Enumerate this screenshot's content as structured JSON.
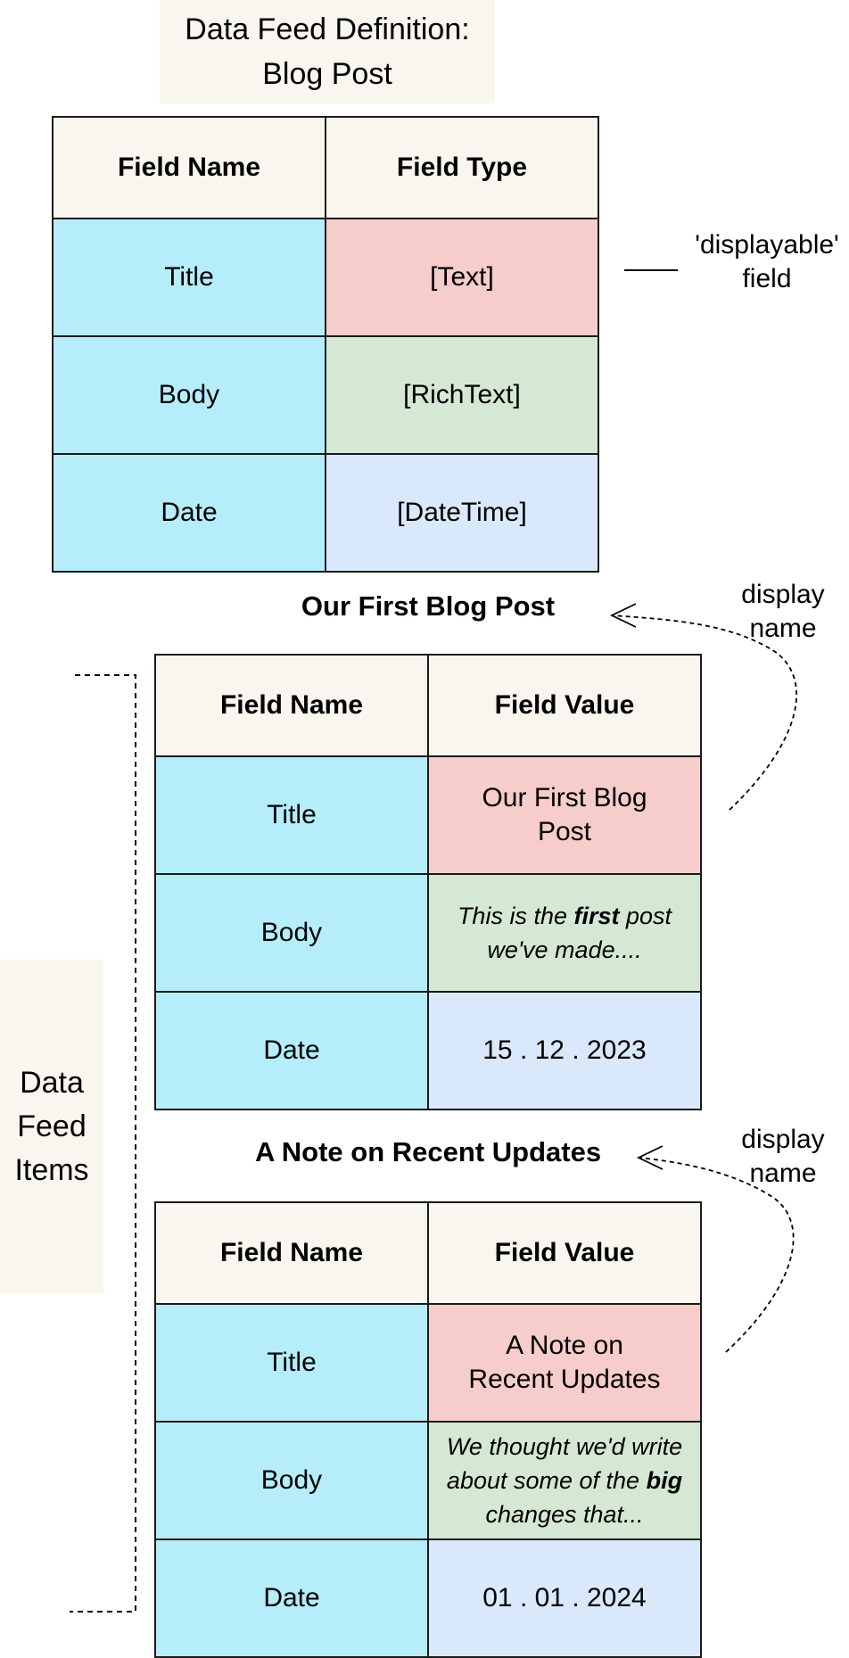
{
  "definition": {
    "title_line1": "Data Feed Definition:",
    "title_line2": "Blog Post",
    "header": [
      "Field Name",
      "Field Type"
    ],
    "rows": [
      {
        "name": "Title",
        "type": "[Text]"
      },
      {
        "name": "Body",
        "type": "[RichText]"
      },
      {
        "name": "Date",
        "type": "[DateTime]"
      }
    ],
    "displayable_note_line1": "'displayable'",
    "displayable_note_line2": "field"
  },
  "items_label": [
    "Data",
    "Feed",
    "Items"
  ],
  "items": [
    {
      "display_title": "Our First Blog Post",
      "header": [
        "Field Name",
        "Field Value"
      ],
      "title_row": {
        "name": "Title",
        "value_line1": "Our First Blog",
        "value_line2": "Post"
      },
      "body_row": {
        "name": "Body",
        "pre": "This is the ",
        "bold": "first",
        "post": " post we've made...."
      },
      "date_row": {
        "name": "Date",
        "value": "15 . 12 . 2023"
      },
      "note_line1": "display",
      "note_line2": "name"
    },
    {
      "display_title": "A Note on Recent Updates",
      "header": [
        "Field Name",
        "Field Value"
      ],
      "title_row": {
        "name": "Title",
        "value_line1": "A Note on",
        "value_line2": "Recent Updates"
      },
      "body_row": {
        "name": "Body",
        "pre": "We thought we'd write about some of the ",
        "bold": "big",
        "post": " changes that..."
      },
      "date_row": {
        "name": "Date",
        "value": "01 . 01 . 2024"
      },
      "note_line1": "display",
      "note_line2": "name"
    }
  ],
  "colors": {
    "header_bg": "#f8f6ef",
    "name_cell": "#b5edfb",
    "text_type": "#f6cdca",
    "richtext_type": "#d5e8d4",
    "datetime_type": "#dae8fb"
  }
}
